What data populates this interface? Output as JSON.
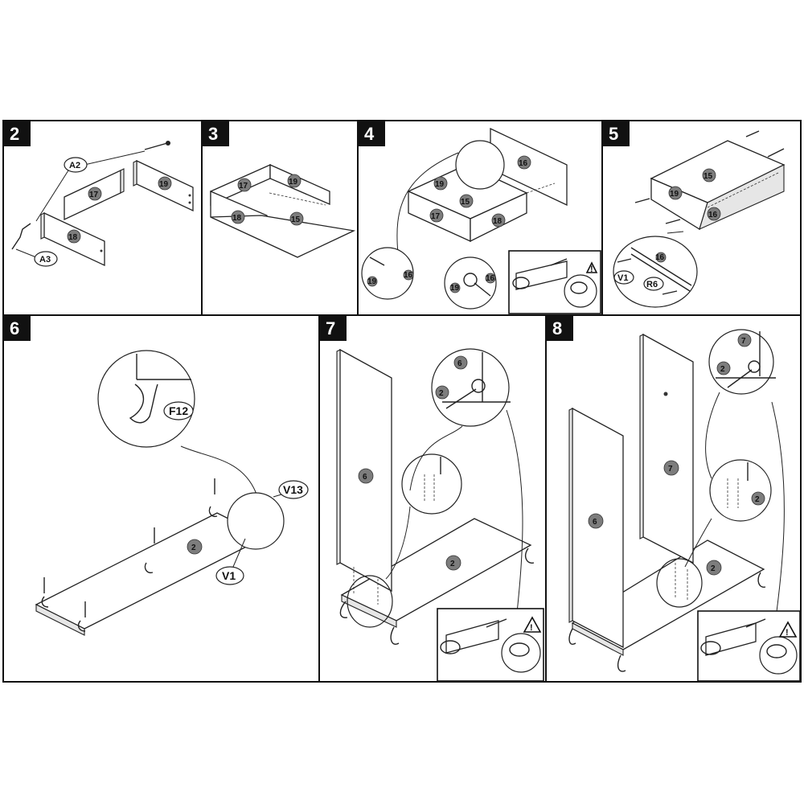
{
  "steps": [
    {
      "id": "2",
      "label": "2"
    },
    {
      "id": "3",
      "label": "3"
    },
    {
      "id": "4",
      "label": "4"
    },
    {
      "id": "5",
      "label": "5"
    },
    {
      "id": "6",
      "label": "6"
    },
    {
      "id": "7",
      "label": "7"
    },
    {
      "id": "8",
      "label": "8"
    }
  ],
  "parts": {
    "p15": "15",
    "p16": "16",
    "p17": "17",
    "p18": "18",
    "p19": "19",
    "p2": "2",
    "p6": "6",
    "p7": "7"
  },
  "hardware": {
    "a2": "A2",
    "a3": "A3",
    "v1": "V1",
    "r6": "R6",
    "v13": "V13",
    "f12": "F12"
  },
  "warning_symbol": "!"
}
